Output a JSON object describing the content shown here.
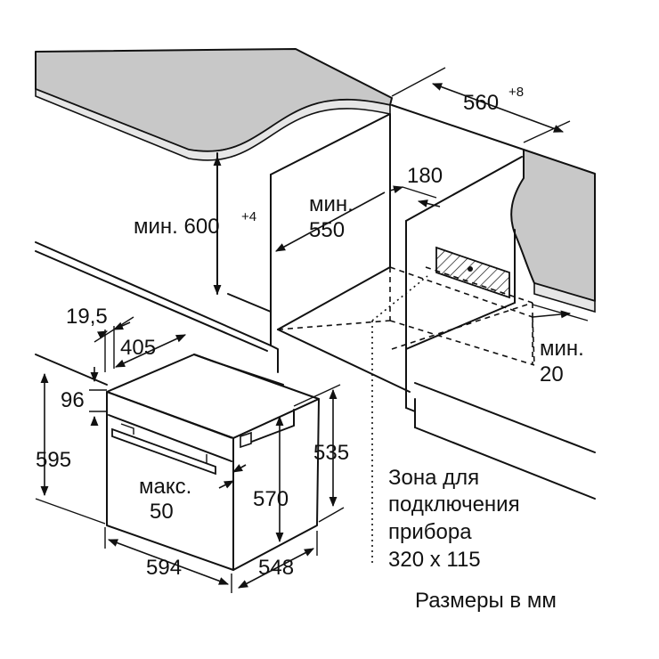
{
  "labels": {
    "d560": "560",
    "d560_sup": "+8",
    "d180": "180",
    "min550_word": "мин.",
    "min550_value": "550",
    "min600_word": "мин. 600",
    "min600_sup": "+4",
    "d19_5": "19,5",
    "d405": "405",
    "d96": "96",
    "d595": "595",
    "d535": "535",
    "d570": "570",
    "max_word": "макс.",
    "max_value": "50",
    "d594": "594",
    "d548": "548",
    "min20_word": "мин.",
    "min20_value": "20",
    "zone_line1": "Зона для",
    "zone_line2": "подключения",
    "zone_line3": "прибора",
    "zone_line4": "320 x 115",
    "units_note": "Размеры в мм"
  },
  "colors": {
    "line": "#111111",
    "countertop_fill": "#c8c8c8",
    "background": "#ffffff"
  }
}
